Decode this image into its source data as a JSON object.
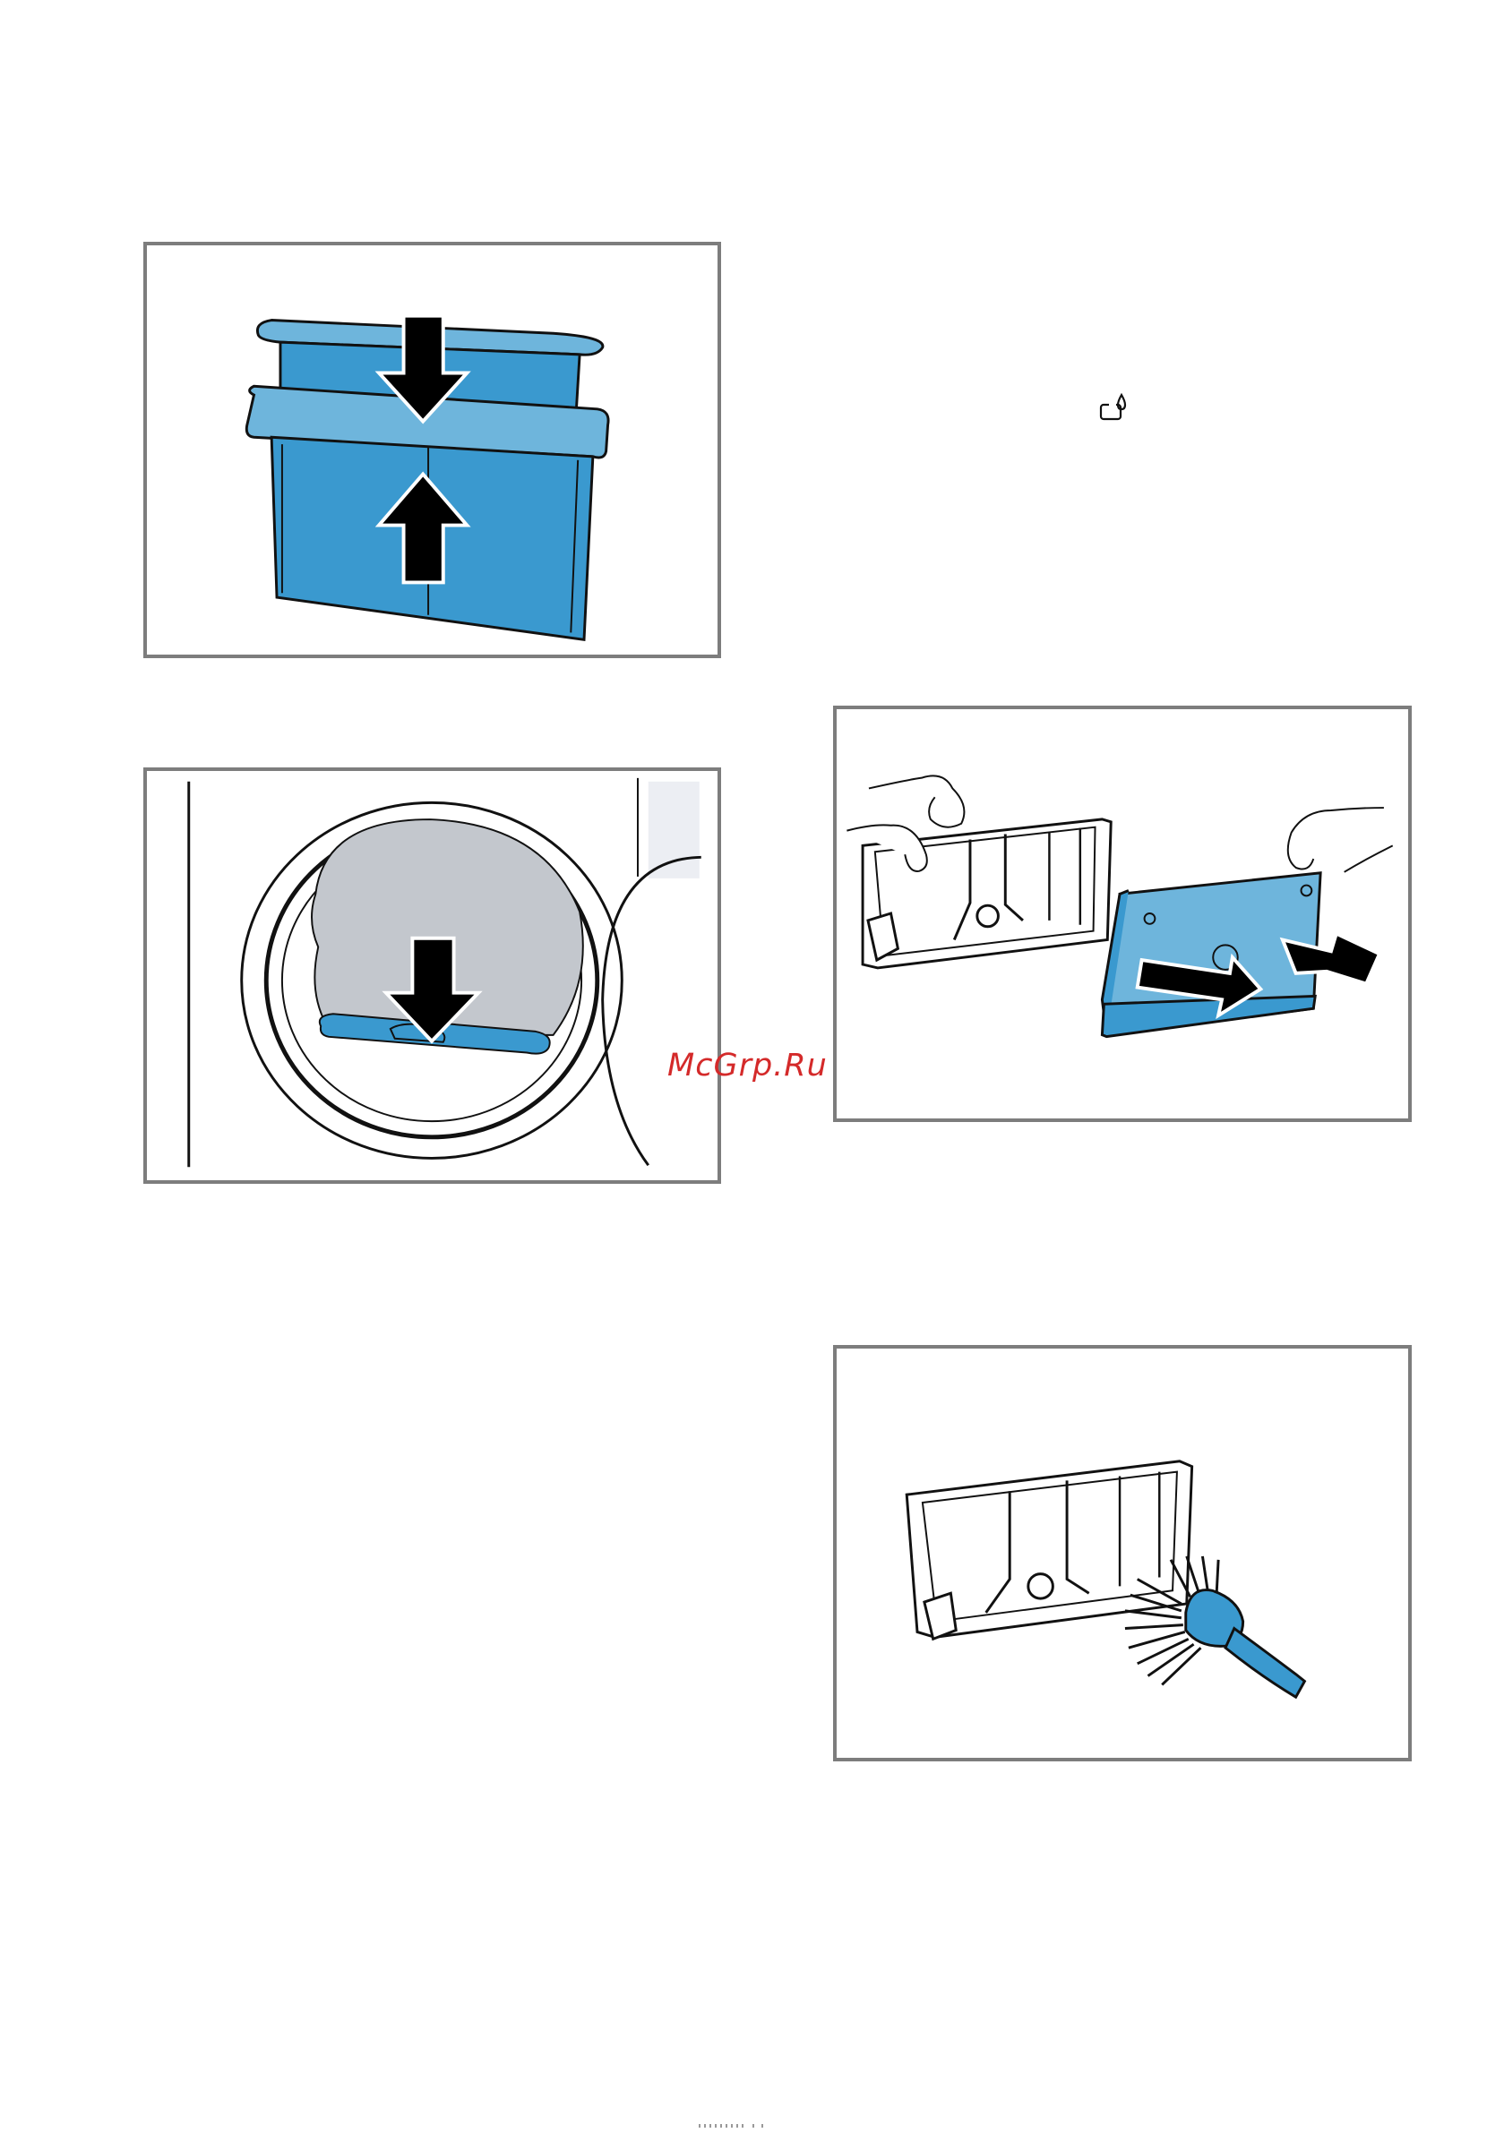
{
  "watermark": {
    "text": "McGrp.Ru"
  },
  "icons": {
    "condensate_symbol": "condensate-container-icon"
  },
  "colors": {
    "accent_blue": "#3a99cf",
    "accent_blue_light": "#6eb5dc",
    "frame_gray": "#7d7d7d",
    "door_gray": "#c3c7cd",
    "watermark_red": "#d42a2a"
  },
  "illustrations": [
    {
      "id": "filter-insert-press",
      "arrows": "down-and-up"
    },
    {
      "id": "filter-insert-door",
      "arrows": "down"
    },
    {
      "id": "heat-exchanger-filter-remove",
      "arrows": "right"
    },
    {
      "id": "filter-frame-brush",
      "arrows": "none"
    }
  ]
}
